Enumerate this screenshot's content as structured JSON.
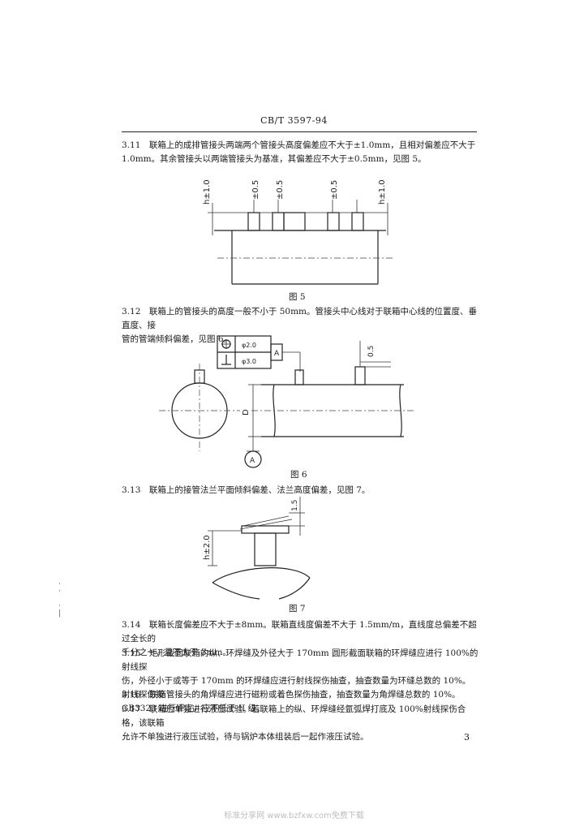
{
  "header": {
    "standard_no": "CB/T 3597-94"
  },
  "paragraphs": {
    "p311_line1": "3.11　联箱上的成排管接头两端两个管接头高度偏差应不大于±1.0mm，且相对偏差应不大于",
    "p311_line2": "1.0mm。其余管接头以两端管接头为基准，其偏差应不大于±0.5mm，见图 5。",
    "p312_line1": "3.12　联箱上的管接头的高度一般不小于 50mm。管接头中心线对于联箱中心线的位置度、垂直度、接",
    "p312_line2": "管的管端倾斜偏差，见图 6。",
    "p313_line1": "3.13　联箱上的接管法兰平面倾斜偏差、法兰高度偏差，见图 7。",
    "p314_line1": "3.14　联箱长度偏差应不大于±8mm。联箱直线度偏差不大于 1.5mm/m，直线度总偏差不超过全长的",
    "p314_line2": "千分之一，且不大于 3mm。",
    "p315_line1": "3.15　矩形截面联箱的纵、环焊缝及外径大于 170mm 圆形截面联箱的环焊缝应进行 100%的射线探",
    "p315_line2": "伤，外径小于或等于 170mm 的环焊缝应进行射线探伤抽查，抽查数量为环缝总数的 10%。射线探伤按",
    "p315_line3": "GB3323 进行评定，应不低于 II 级。",
    "p316_line1": "3.16　联箱管接头的角焊缝应进行磁粉或着色探伤抽查，抽查数量为角焊缝总数的 10%。",
    "p317_line1": "3.17　联箱应单独进行液压试验。若联箱上的纵、环焊缝经氩弧焊打底及 100%射线探伤合格，该联箱",
    "p317_line2": "允许不单独进行液压试验，待与锅炉本体组装后一起作液压试验。"
  },
  "figures": {
    "fig5": {
      "caption": "图 5",
      "labels": {
        "h_left": "h±1.0",
        "t1": "±0.5",
        "t2": "±0.5",
        "t3": "±0.5",
        "h_right": "h±1.0"
      }
    },
    "fig6": {
      "caption": "图 6",
      "frame_row1_value": "φ2.0",
      "frame_row2_value": "φ3.0",
      "datum_ref": "A",
      "datum_circle": "A",
      "dim_d": "D",
      "tol_top": "0.5"
    },
    "fig7": {
      "caption": "图 7",
      "dim_h": "h±2.0",
      "dim_top": "1.5"
    }
  },
  "page_number": "3",
  "footer": "标准分享网 www.bzfxw.com免费下载"
}
